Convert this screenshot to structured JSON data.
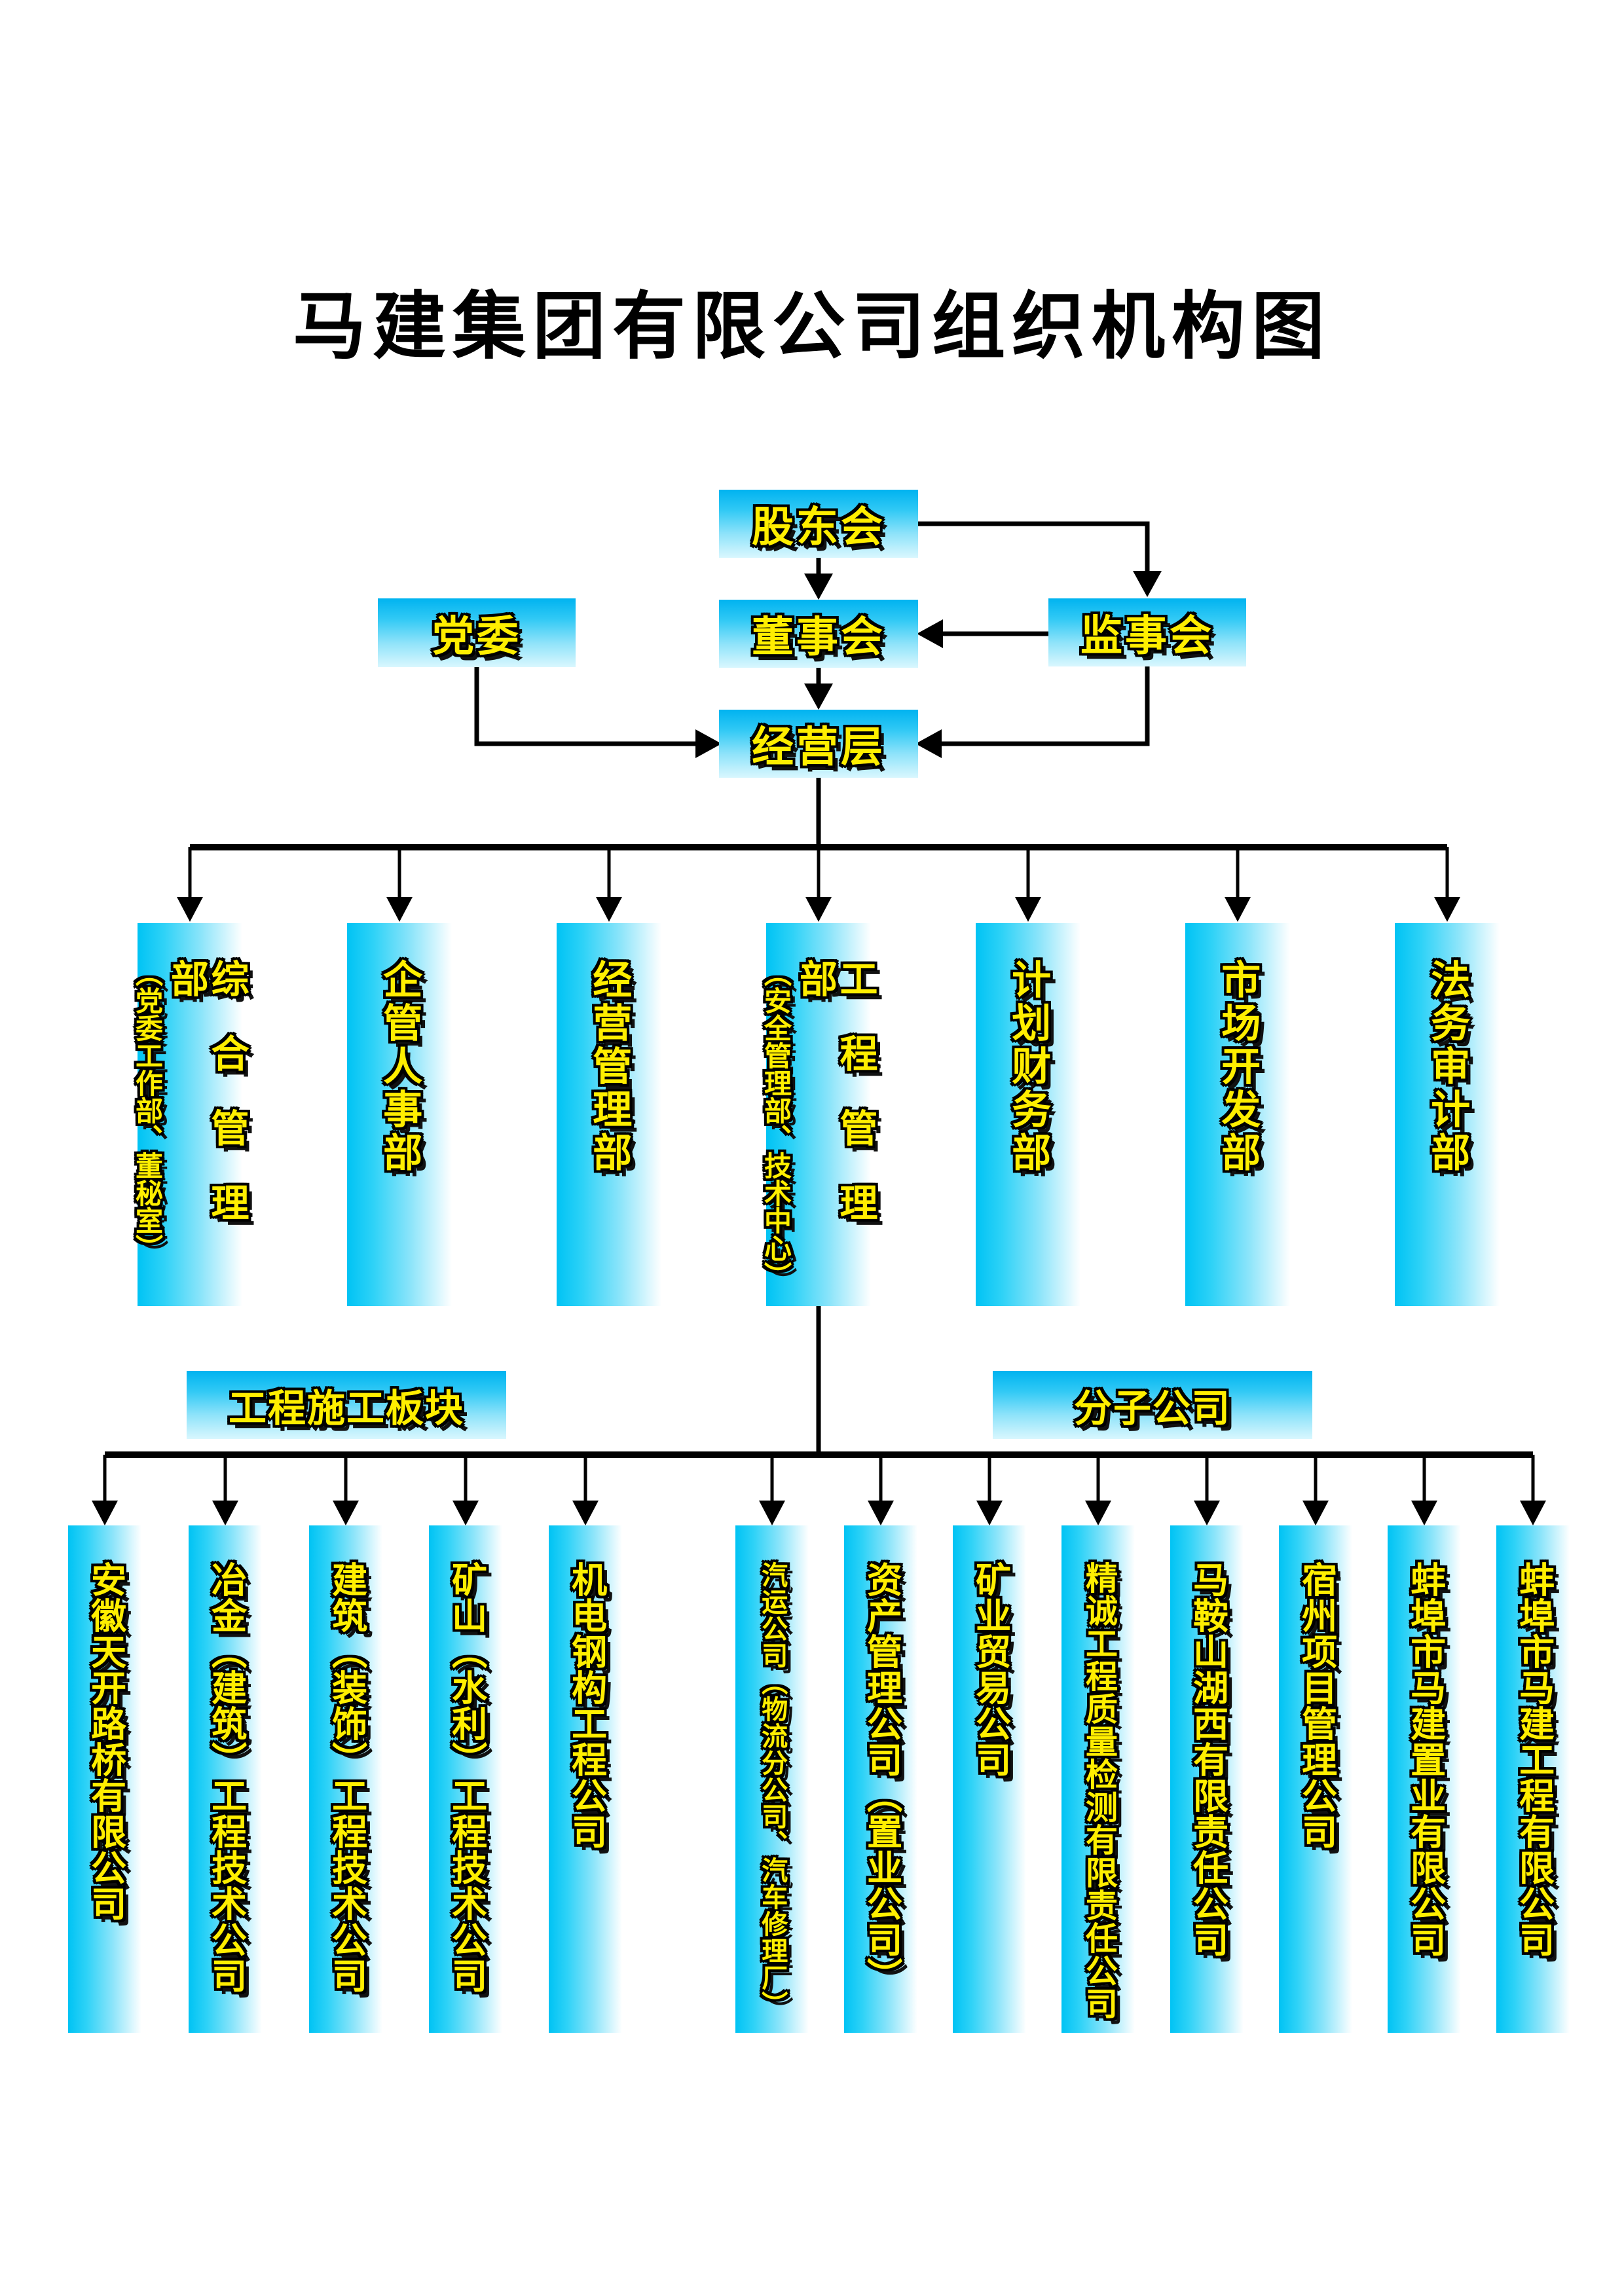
{
  "title": "马建集团有限公司组织机构图",
  "nodes": {
    "shareholders": "股东会",
    "party_committee": "党委",
    "board": "董事会",
    "supervisory_board": "监事会",
    "management": "经营层"
  },
  "departments": [
    {
      "main": "综合管理部",
      "paren": "（党委工作部、董秘室）"
    },
    {
      "main": "企管人事部",
      "paren": ""
    },
    {
      "main": "经营管理部",
      "paren": ""
    },
    {
      "main": "工程管理部",
      "paren": "（安全管理部、技术中心）"
    },
    {
      "main": "计划财务部",
      "paren": ""
    },
    {
      "main": "市场开发部",
      "paren": ""
    },
    {
      "main": "法务审计部",
      "paren": ""
    }
  ],
  "sections": {
    "construction": "工程施工板块",
    "subsidiaries": "分子公司"
  },
  "construction_companies": [
    "安徽天开路桥有限公司",
    "冶金（建筑）工程技术公司",
    "建筑（装饰）工程技术公司",
    "矿山（水利）工程技术公司",
    "机电钢构工程公司"
  ],
  "subsidiary_companies": [
    "汽运公司（物流分公司、汽车修理厂）",
    "资产管理公司（置业公司）",
    "矿业贸易公司",
    "精诚工程质量检测有限责任公司",
    "马鞍山湖西有限责任公司",
    "宿州项目管理公司",
    "蚌埠市马建置业有限公司",
    "蚌埠市马建工程有限公司"
  ],
  "colors": {
    "box_gradient_start": "#00b9f2",
    "box_gradient_end": "#e8fbff",
    "label_yellow": "#ffee00",
    "outline_black": "#000000",
    "connector_black": "#000000"
  }
}
